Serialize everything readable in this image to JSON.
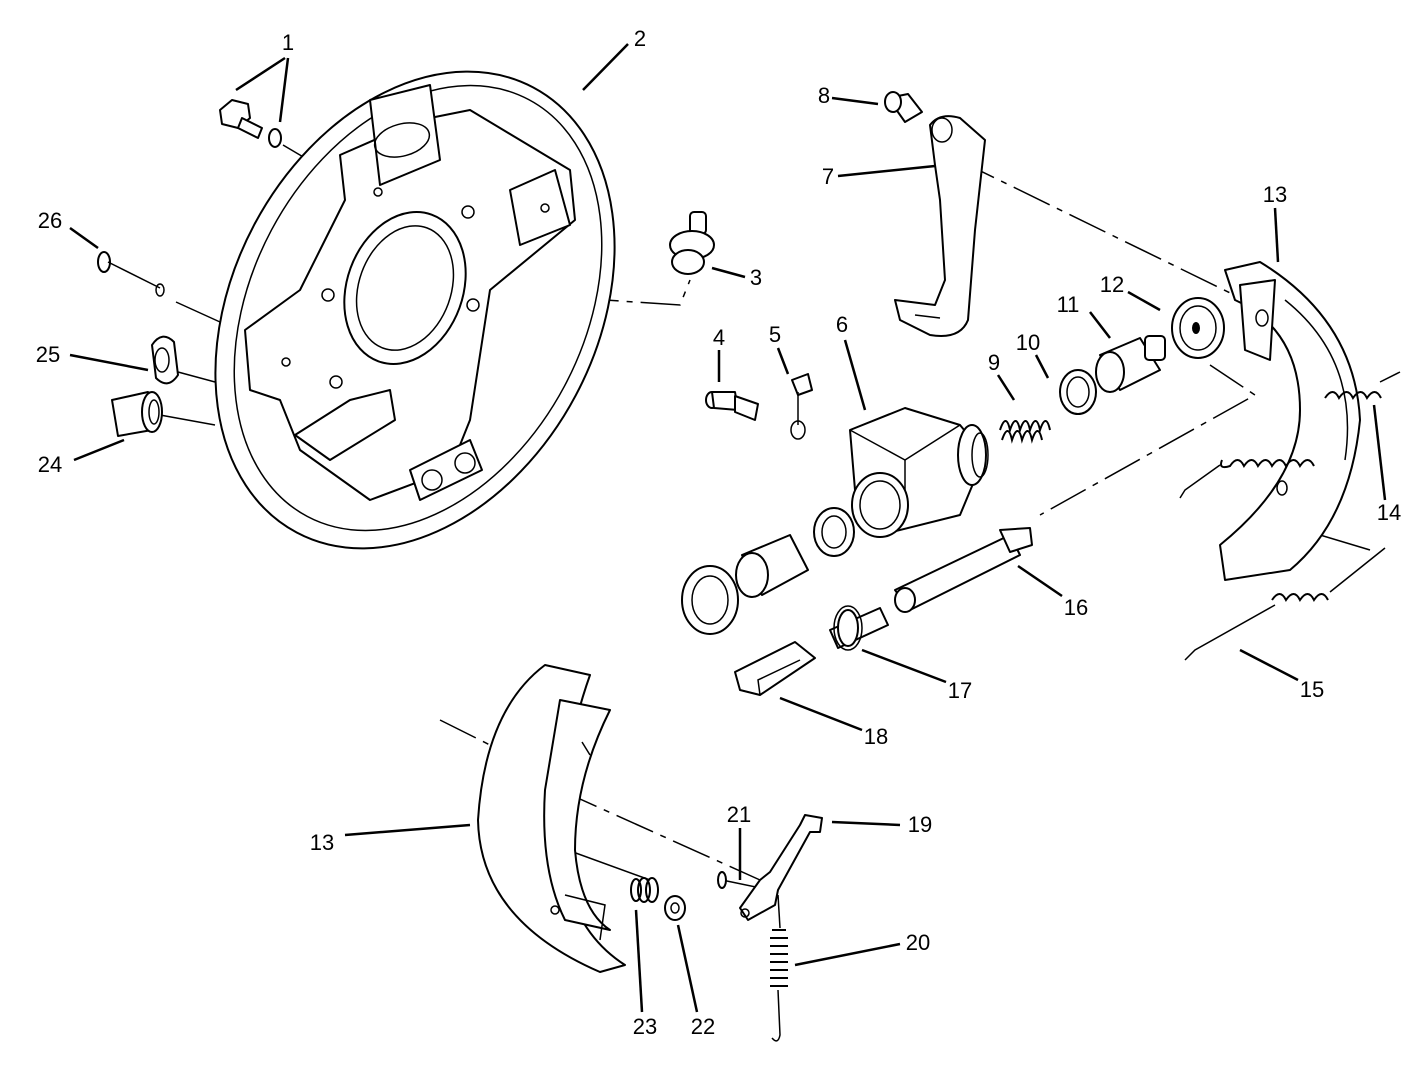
{
  "callouts": [
    {
      "id": "1",
      "label": "1"
    },
    {
      "id": "2",
      "label": "2"
    },
    {
      "id": "3",
      "label": "3"
    },
    {
      "id": "4",
      "label": "4"
    },
    {
      "id": "5",
      "label": "5"
    },
    {
      "id": "6",
      "label": "6"
    },
    {
      "id": "7",
      "label": "7"
    },
    {
      "id": "8",
      "label": "8"
    },
    {
      "id": "9",
      "label": "9"
    },
    {
      "id": "10",
      "label": "10"
    },
    {
      "id": "11",
      "label": "11"
    },
    {
      "id": "12",
      "label": "12"
    },
    {
      "id": "13a",
      "label": "13"
    },
    {
      "id": "13b",
      "label": "13"
    },
    {
      "id": "14",
      "label": "14"
    },
    {
      "id": "15",
      "label": "15"
    },
    {
      "id": "16",
      "label": "16"
    },
    {
      "id": "17",
      "label": "17"
    },
    {
      "id": "18",
      "label": "18"
    },
    {
      "id": "19",
      "label": "19"
    },
    {
      "id": "20",
      "label": "20"
    },
    {
      "id": "21",
      "label": "21"
    },
    {
      "id": "22",
      "label": "22"
    },
    {
      "id": "23",
      "label": "23"
    },
    {
      "id": "24",
      "label": "24"
    },
    {
      "id": "25",
      "label": "25"
    },
    {
      "id": "26",
      "label": "26"
    }
  ]
}
